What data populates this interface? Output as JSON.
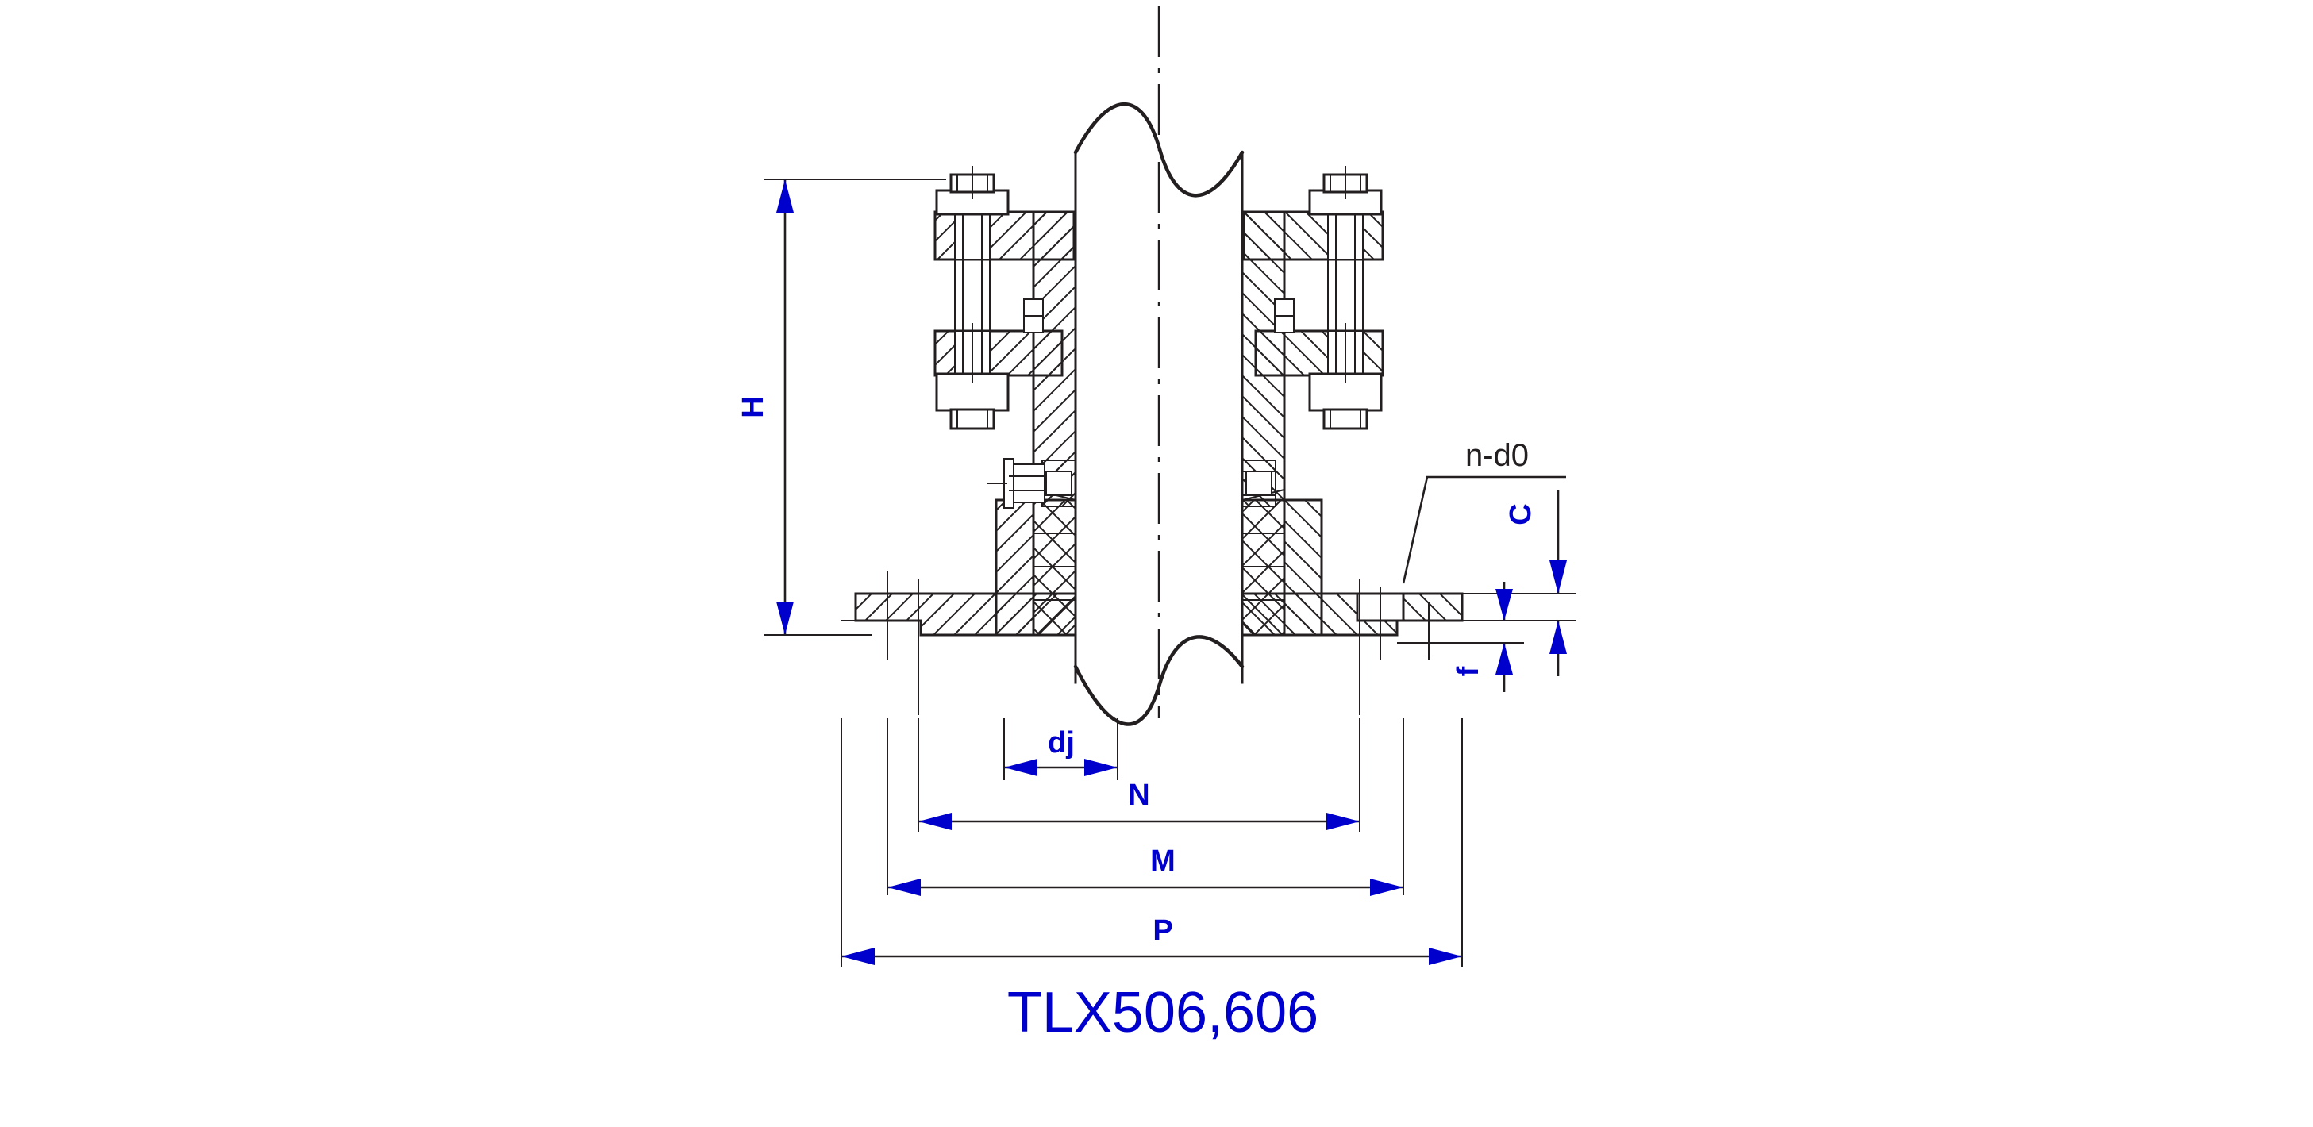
{
  "drawing": {
    "title": "TLX506,606",
    "type": "mechanical-cross-section",
    "description": "Sectional assembly drawing of a flanged expansion joint / packed gland pipe fitting",
    "background_color": "#ffffff",
    "line_color": "#231f20",
    "dimension_color": "#0000cc",
    "title_color": "#0000cc"
  },
  "dimensions": {
    "vertical": [
      {
        "id": "H",
        "label": "H",
        "rotated": true,
        "position": "left",
        "color": "#0000cc"
      },
      {
        "id": "C",
        "label": "C",
        "rotated": true,
        "position": "right-outer",
        "color": "#0000cc"
      },
      {
        "id": "f",
        "label": "f",
        "rotated": true,
        "position": "right-inner",
        "color": "#0000cc"
      }
    ],
    "horizontal": [
      {
        "id": "dj",
        "label": "dj",
        "order": 1,
        "color": "#0000cc"
      },
      {
        "id": "N",
        "label": "N",
        "order": 2,
        "color": "#0000cc"
      },
      {
        "id": "M",
        "label": "M",
        "order": 3,
        "color": "#0000cc"
      },
      {
        "id": "P",
        "label": "P",
        "order": 4,
        "color": "#0000cc"
      }
    ]
  },
  "annotations": [
    {
      "id": "n-d0",
      "label": "n-d0",
      "color": "#231f20",
      "style": "leader-with-shelf",
      "meaning": "number of bolt holes - bolt hole diameter"
    }
  ],
  "components": {
    "pipe": "center-pipe-with-break-lines",
    "upper_bolts": [
      "left-stud-bolt-assembly",
      "right-stud-bolt-assembly"
    ],
    "gland_flange": "packing-gland-follower-flange",
    "packing": "cross-hatched-packing-rings",
    "grease_fitting": "left-lubrication-nipple",
    "seal": "right-seal-detail",
    "base_flange": "bottom-mounting-flange-with-bolt-holes"
  }
}
